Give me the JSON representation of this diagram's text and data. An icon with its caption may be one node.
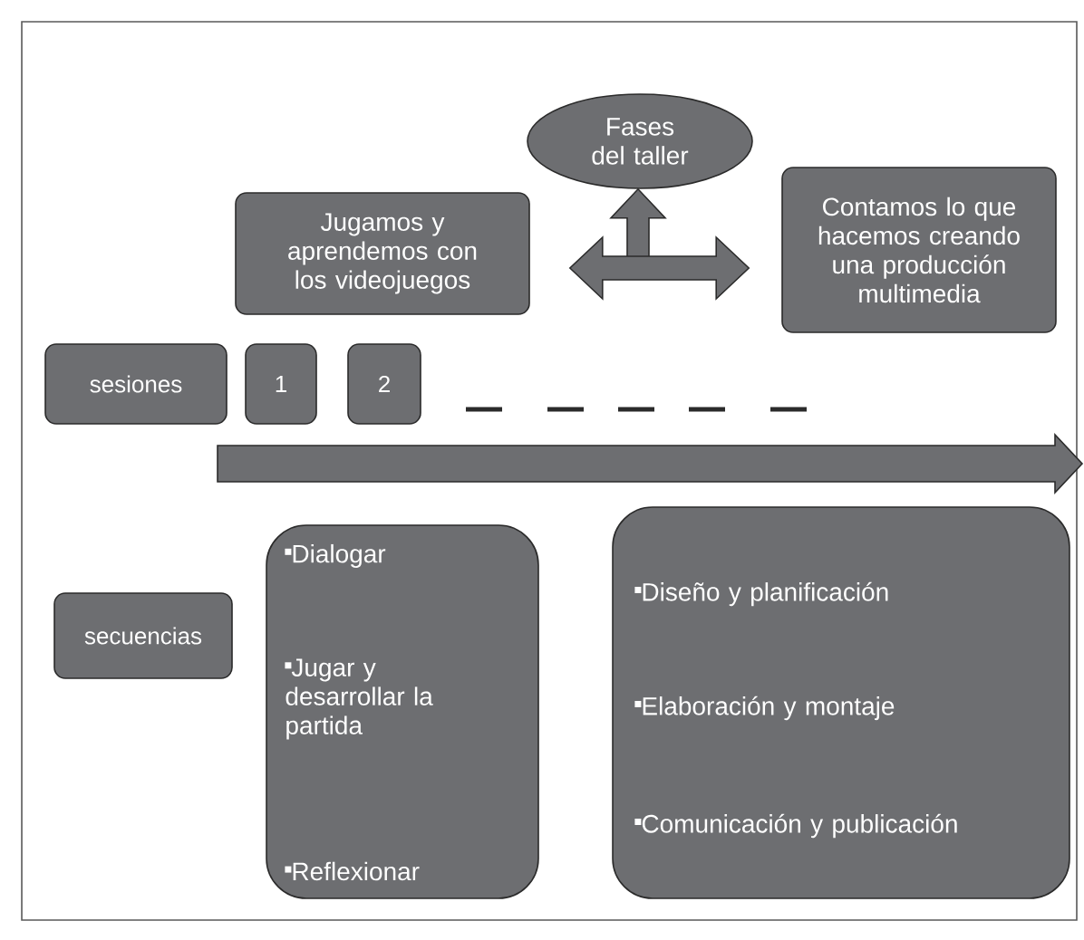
{
  "diagram": {
    "nodes": [
      {
        "text": [
          "Fases del taller"
        ]
      },
      {
        "text": [
          "Jugamos y aprendemos con los videojuegos"
        ]
      },
      {
        "text": [
          "Contamos lo que hacemos creando una producción multimedia"
        ]
      },
      {
        "text": [
          "sesiones"
        ]
      },
      {
        "text": [
          "1"
        ]
      },
      {
        "text": [
          "2"
        ]
      },
      {
        "text": [
          "secuencias"
        ]
      },
      {
        "text": [
          "Dialogar",
          "Jugar y desarrollar la partida",
          "Reflexionar"
        ]
      },
      {
        "text": [
          "Diseño y planificación",
          "Elaboración y montaje",
          "Comunicación y publicación"
        ]
      }
    ],
    "edges": [
      {
        "from": 1,
        "to": 2,
        "arrow": "both"
      },
      {
        "from": null,
        "to": 0,
        "arrow": "to"
      }
    ]
  }
}
